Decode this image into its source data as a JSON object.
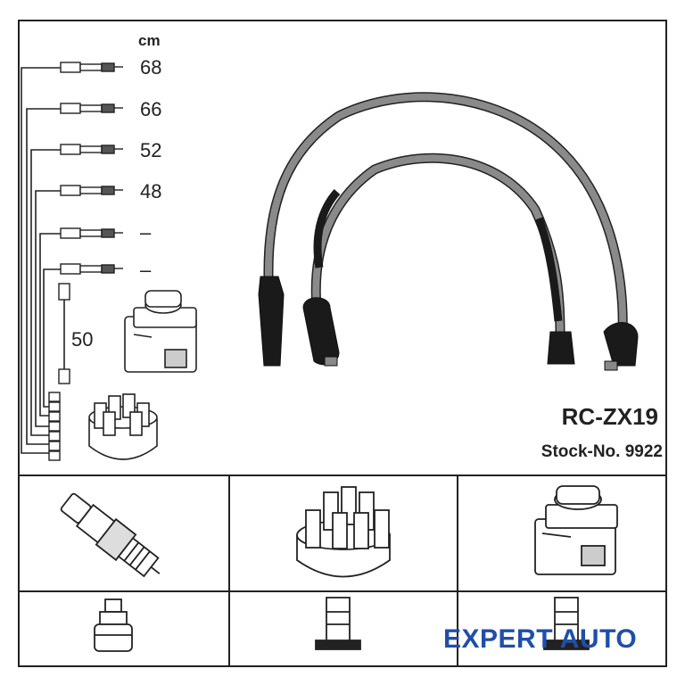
{
  "unit": "cm",
  "wire_lengths": [
    "68",
    "66",
    "52",
    "48",
    "–",
    "–"
  ],
  "coil_wire_length": "50",
  "model": "RC-ZX19",
  "stock_number": "Stock-No. 9922",
  "watermark": "EXPERT AUTO",
  "colors": {
    "line": "#222222",
    "cable": "#8a8a8a",
    "boot": "#1a1a1a",
    "watermark": "#1f4fa8"
  }
}
